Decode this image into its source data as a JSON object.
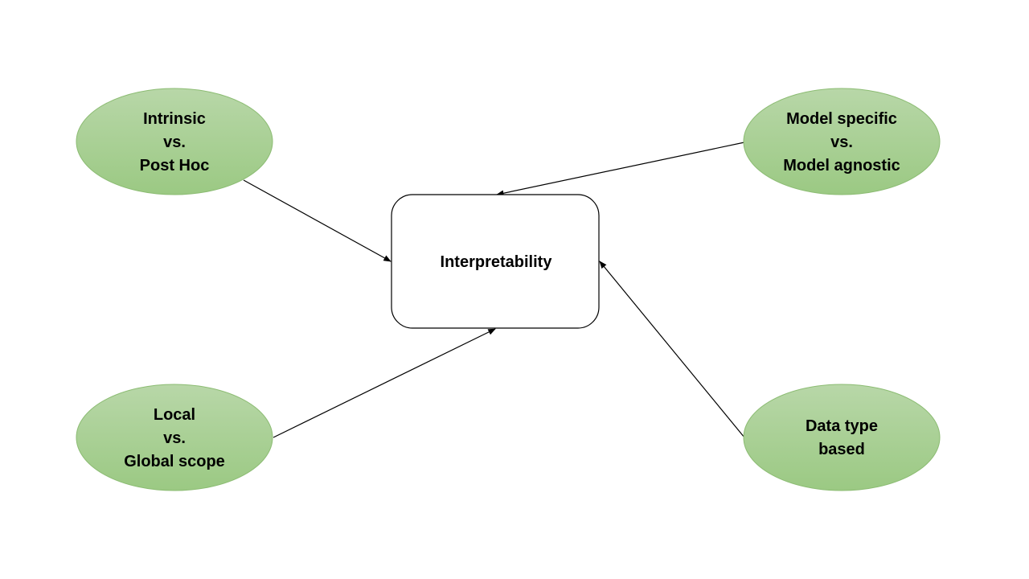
{
  "colors": {
    "ellipse_fill_top": "#b8d7a8",
    "ellipse_fill_bottom": "#9bc983",
    "ellipse_stroke": "#8cbc73",
    "center_fill": "#ffffff",
    "center_stroke": "#000000",
    "edge": "#000000"
  },
  "center": {
    "label": "Interpretability"
  },
  "nodes": {
    "intrinsic": {
      "lines": [
        "Intrinsic",
        "vs.",
        "Post Hoc"
      ]
    },
    "model_specific": {
      "lines": [
        "Model specific",
        "vs.",
        "Model agnostic"
      ]
    },
    "local": {
      "lines": [
        "Local",
        "vs.",
        "Global scope"
      ]
    },
    "data_type": {
      "lines": [
        "Data type",
        "based"
      ]
    }
  }
}
